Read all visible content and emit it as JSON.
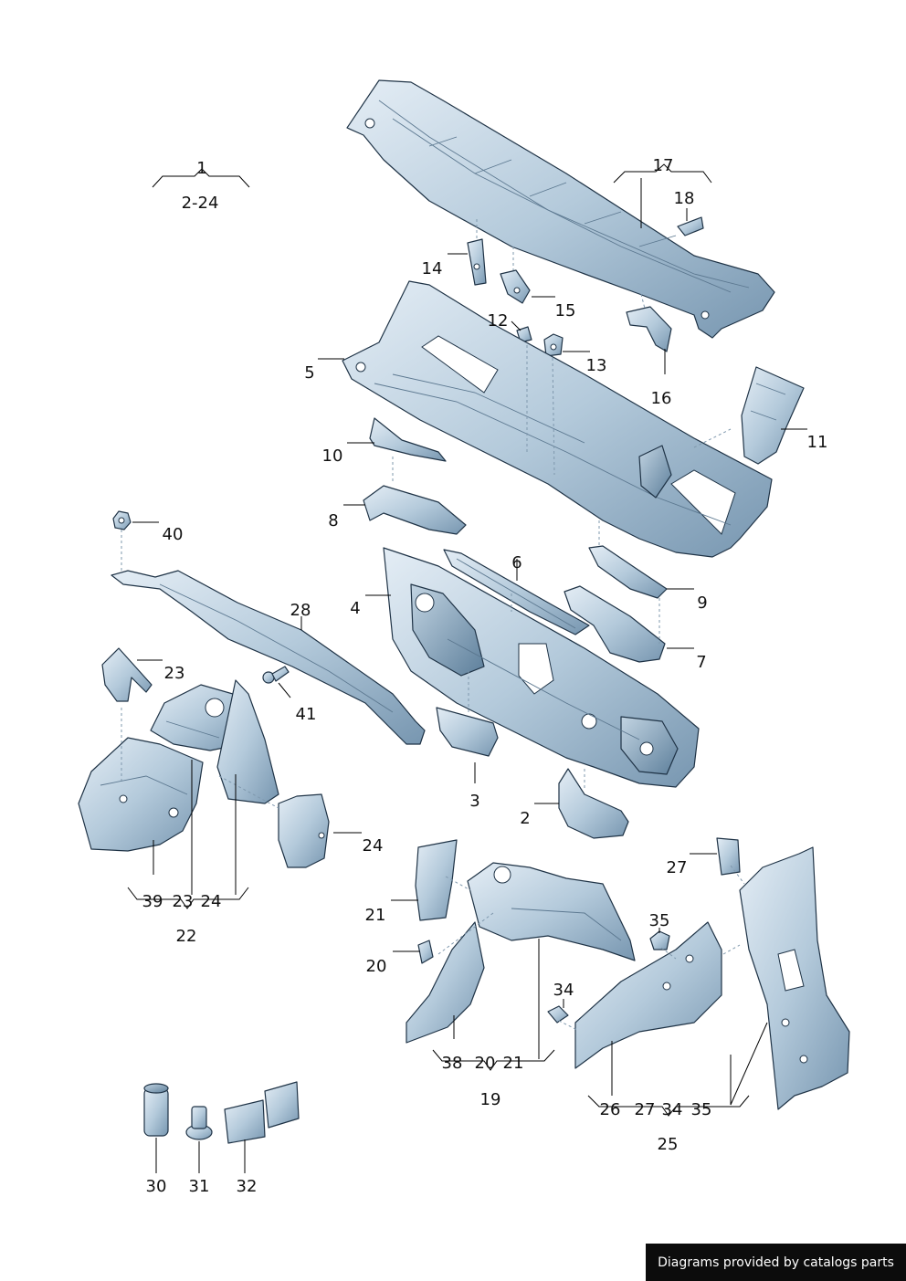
{
  "labels": {
    "l1": "1",
    "l2_24": "2-24",
    "l2": "2",
    "l3": "3",
    "l4": "4",
    "l5": "5",
    "l7": "7",
    "l8": "8",
    "l9": "9",
    "l10": "10",
    "l11": "11",
    "l12": "12",
    "l13": "13",
    "l14": "14",
    "l15": "15",
    "l16": "16",
    "l17": "17",
    "l18": "18",
    "l19": "19",
    "l20a": "20",
    "l21a": "21",
    "l22": "22",
    "l23a": "23",
    "l24a": "24",
    "l25": "25",
    "l27a": "27",
    "l28": "28",
    "l30": "30",
    "l31": "31",
    "l32": "32",
    "l34a": "34",
    "l35a": "35",
    "l40": "40",
    "l41": "41",
    "l6": "6",
    "g22_39": "39",
    "g22_23": "23",
    "g22_24": "24",
    "g19_38": "38",
    "g19_20": "20",
    "g19_21": "21",
    "g25_26": "26",
    "g25_27": "27",
    "g25_34": "34",
    "g25_35": "35"
  },
  "credit": "Diagrams provided by catalogs parts",
  "colors": {
    "steel_light": "#dde8f1",
    "steel_mid": "#a9c1d4",
    "steel_dark": "#6f8ea8",
    "outline": "#1f3346"
  }
}
